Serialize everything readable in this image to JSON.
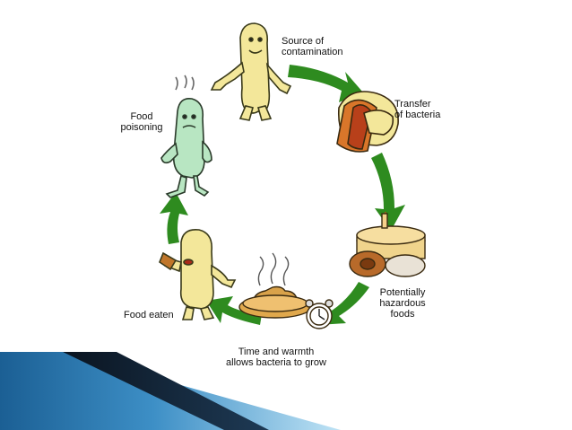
{
  "cycle": {
    "labels": {
      "source": [
        "Source of",
        "contamination"
      ],
      "transfer": [
        "Transfer",
        "of bacteria"
      ],
      "hazardous": [
        "Potentially",
        "hazardous",
        "foods"
      ],
      "time": [
        "Time and warmth",
        "allows bacteria to grow"
      ],
      "eaten": [
        "Food eaten"
      ],
      "poisoning": [
        "Food",
        "poisoning"
      ]
    }
  },
  "colors": {
    "arrow": "#2e8b1f",
    "figure": "#f3e79a",
    "sick": "#b8e6c2",
    "banner_dark": "#0d1a2b",
    "banner_blue": "#2a79b4",
    "banner_light": "#9fd1ee"
  }
}
